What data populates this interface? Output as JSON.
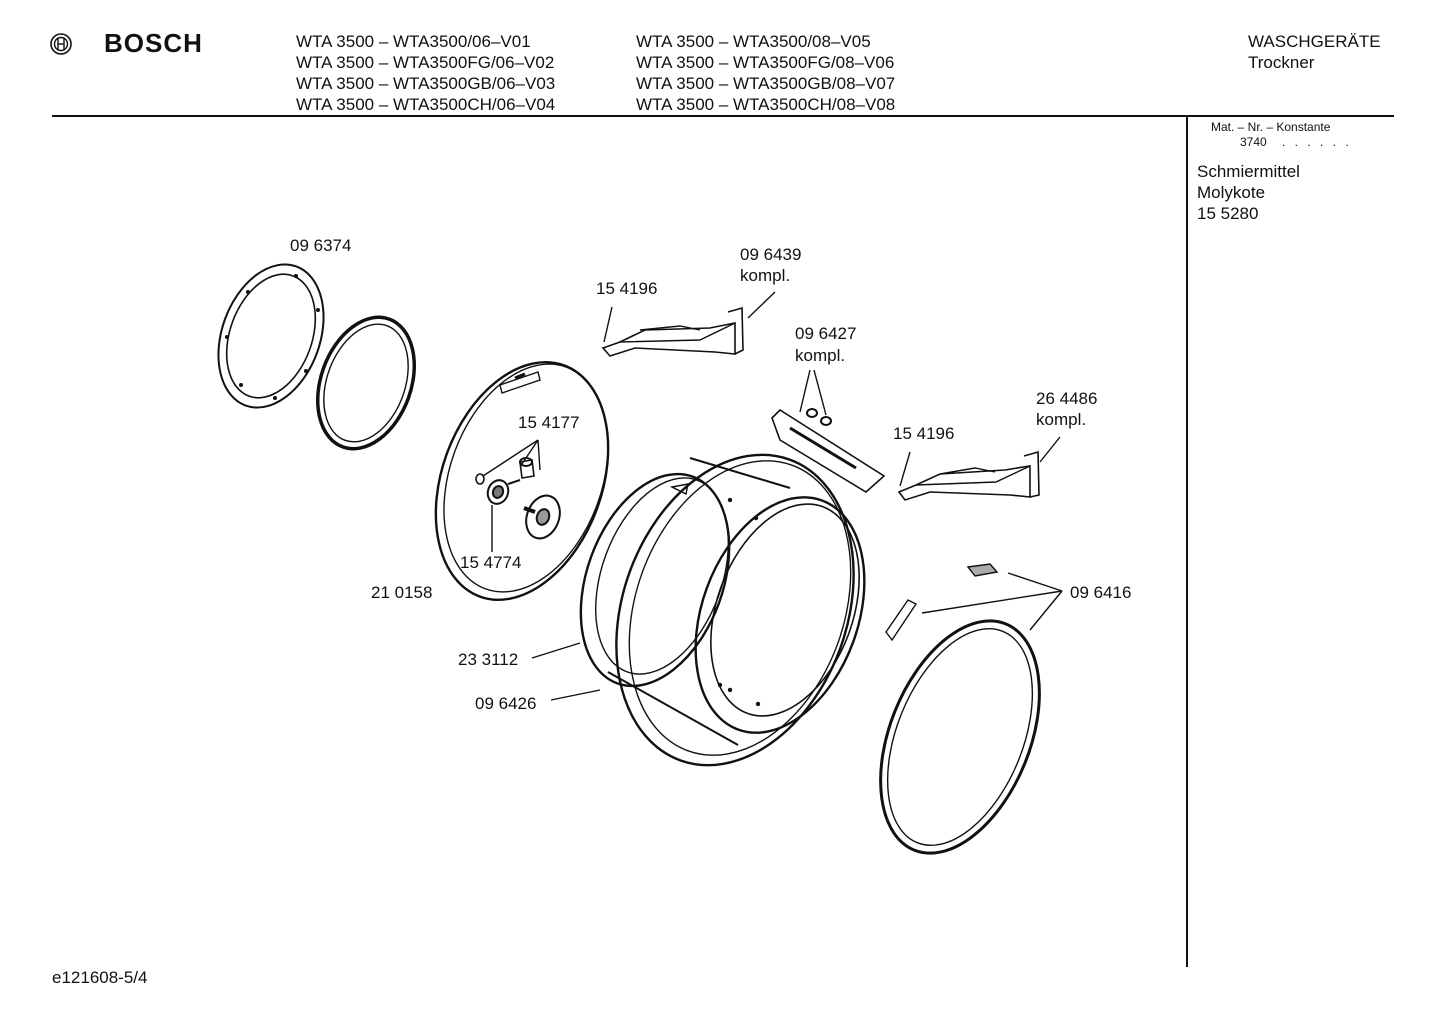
{
  "header": {
    "brand": "BOSCH",
    "models_left": [
      "WTA 3500 – WTA3500/06–V01",
      "WTA 3500 – WTA3500FG/06–V02",
      "WTA 3500 – WTA3500GB/06–V03",
      "WTA 3500 – WTA3500CH/06–V04"
    ],
    "models_right": [
      "WTA 3500 – WTA3500/08–V05",
      "WTA 3500 – WTA3500FG/08–V06",
      "WTA 3500 – WTA3500GB/08–V07",
      "WTA 3500 – WTA3500CH/08–V08"
    ],
    "category": "WASCHGERÄTE",
    "subcategory": "Trockner"
  },
  "sidebar": {
    "mat_label": "Mat. – Nr. – Konstante",
    "mat_value": "3740",
    "mat_dots": ". .   . . . .",
    "lubricant_lines": [
      "Schmiermittel",
      "Molykote",
      "15 5280"
    ]
  },
  "parts": {
    "p096374": "09 6374",
    "p154196a": "15 4196",
    "p096439": "09 6439",
    "p096439_sub": "kompl.",
    "p096427": "09 6427",
    "p096427_sub": "kompl.",
    "p264486": "26 4486",
    "p264486_sub": "kompl.",
    "p154196b": "15 4196",
    "p154177": "15 4177",
    "p154774": "15 4774",
    "p210158": "21 0158",
    "p233112": "23 3112",
    "p096426": "09 6426",
    "p096416": "09 6416"
  },
  "footer": {
    "code": "e121608-5/4"
  }
}
